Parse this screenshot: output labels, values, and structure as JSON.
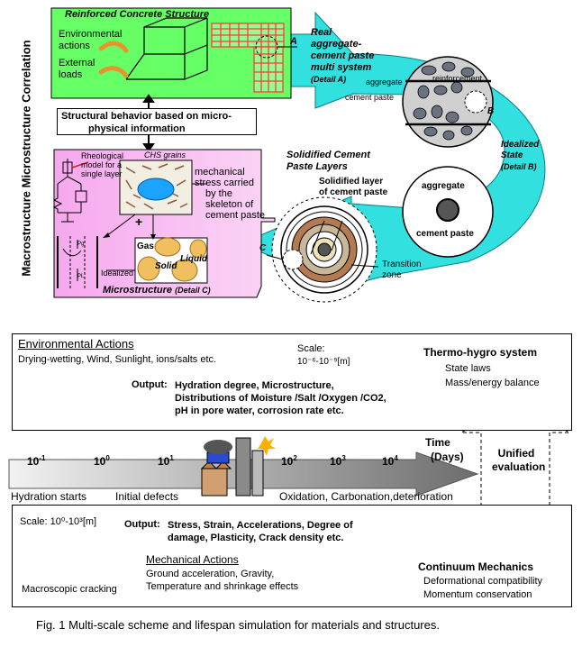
{
  "vertical_label": "Macrostructure Microstructure Correlation",
  "top": {
    "rc_title": "Reinforced Concrete Structure",
    "env_actions": "Environmental actions",
    "external_loads": "External loads",
    "detail_a_marker": "A",
    "detail_a_title": "Real aggregate-cement paste multi system",
    "detail_a_title_lines": [
      "Real",
      "aggregate-",
      "cement paste",
      "multi system"
    ],
    "detail_a_sub": "(Detail A)",
    "structural_behavior": "Structural behavior based on micro-physical information",
    "structural_behavior_lines": [
      "Structural behavior based on micro-",
      "physical information"
    ],
    "aggregate_label": "aggregate",
    "cement_paste_label": "cement paste",
    "reinforcement_label": "reinforcement",
    "detail_b_marker": "B",
    "idealized_state_lines": [
      "Idealized",
      "State",
      "(Detail B)"
    ],
    "solidified_title_lines": [
      "Solidified Cement",
      "Paste Layers"
    ],
    "solidified_layer_lines": [
      "Solidified layer",
      "of cement paste"
    ],
    "agg_big": "aggregate",
    "cement_paste_big": "cement paste",
    "transition_lines": [
      "Transition",
      "zone"
    ],
    "detail_c_marker": "C",
    "rheological_lines": [
      "Rheological",
      "model for a",
      "single layer"
    ],
    "chs_grains": "CHS grains",
    "mech_stress_lines": [
      "mechanical",
      "stress carried",
      "by the",
      "skeleton of",
      "cement paste"
    ],
    "plus": "+",
    "gas": "Gas",
    "liquid": "Liquid",
    "solid": "Solid",
    "idealized": "Idealized",
    "microstructure": "Microstructure",
    "detail_c": "(Detail C)",
    "pg": "Pg",
    "pl": "PL"
  },
  "env_box": {
    "title": "Environmental Actions",
    "desc": "Drying-wetting, Wind, Sunlight, ions/salts etc.",
    "scale_label": "Scale:",
    "scale_value": "10⁻⁶-10⁻⁹[m]",
    "output_label": "Output:",
    "output_lines": [
      "Hydration degree, Microstructure,",
      "Distributions of Moisture /Salt /Oxygen /CO2,",
      "pH in pore water, corrosion rate etc."
    ],
    "thermo_title": "Thermo-hygro system",
    "thermo_lines": [
      "State laws",
      "Mass/energy balance"
    ]
  },
  "timeline": {
    "ticks": [
      {
        "base": "10",
        "exp": "-1"
      },
      {
        "base": "10",
        "exp": "0"
      },
      {
        "base": "10",
        "exp": "1"
      },
      {
        "base": "10",
        "exp": "2"
      },
      {
        "base": "10",
        "exp": "3"
      },
      {
        "base": "10",
        "exp": "4"
      }
    ],
    "time_label": "Time",
    "days_label": "(Days)",
    "unified_lines": [
      "Unified",
      "evaluation"
    ],
    "hydration_starts": "Hydration starts",
    "initial_defects": "Initial defects",
    "oxidation": "Oxidation, Carbonation,deterioration"
  },
  "mech_box": {
    "scale_label": "Scale: 10⁰-10³[m]",
    "output_label": "Output:",
    "output_lines": [
      "Stress, Strain, Accelerations, Degree of",
      "damage, Plasticity, Crack density etc."
    ],
    "macro_cracking": "Macroscopic cracking",
    "title": "Mechanical Actions",
    "lines": [
      "Ground acceleration, Gravity,",
      "Temperature and shrinkage effects"
    ],
    "continuum_title": "Continuum Mechanics",
    "continuum_lines": [
      "Deformational compatibility",
      "Momentum conservation"
    ]
  },
  "caption": "Fig. 1 Multi-scale scheme and lifespan simulation for materials and structures.",
  "colors": {
    "green": "#66ff66",
    "cyan": "#33e0e0",
    "pink": "#f7b8f0",
    "red_grid": "#ff3b3b",
    "orange_arrow": "#e8942a",
    "blue_ellipse": "#1aa3ff"
  }
}
